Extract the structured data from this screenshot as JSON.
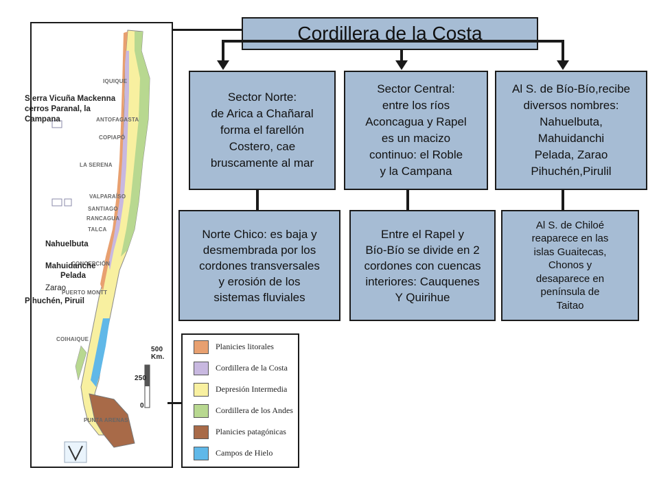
{
  "title": "Cordillera de la Costa",
  "sectors": [
    {
      "text": "Sector Norte:\nde Arica a Chañaral\nforma el farellón\nCostero, cae\n bruscamente al mar"
    },
    {
      "text": "Sector Central:\nentre  los ríos\nAconcagua y Rapel\nes un macizo\ncontinuo: el Roble\ny la Campana"
    },
    {
      "text": "Al S. de Bío-Bío,recibe\ndiversos nombres:\nNahuelbuta,\nMahuidanchi\nPelada, Zarao\nPihuchén,Pirulil"
    }
  ],
  "details": [
    {
      "text": "Norte Chico: es baja y\ndesmembrada por los\ncordones transversales\ny erosión de los\nsistemas fluviales"
    },
    {
      "text": "Entre el Rapel y\nBío-Bío se divide en 2\ncordones con cuencas\ninteriores: Cauquenes\nY Quirihue"
    },
    {
      "text": "Al S. de Chiloé\nreaparece en las\nislas Guaitecas,\nChonos y\ndesaparece en\npenínsula de\nTaitao"
    }
  ],
  "map": {
    "annotations": {
      "north": "Sierra Vicuña Mackenna\ncerros Paranal, la\nCampana",
      "nahuelbuta": "Nahuelbuta",
      "mahuidanche": "Mahuidanche",
      "pelada": "Pelada",
      "zarao": "Zarao",
      "pihuchen": "Pihuchén, Piruil"
    },
    "cities": [
      "IQUIQUE",
      "ANTOFAGASTA",
      "COPIAPÓ",
      "LA SERENA",
      "VALPARAÍSO",
      "SANTIAGO",
      "RANCAGUA",
      "TALCA",
      "CONCEPCIÓN",
      "PUERTO MONTT",
      "COIHAIQUE",
      "PUNTA ARENAS"
    ],
    "scale": {
      "zero": "0",
      "mid": "250",
      "end": "500 Km."
    }
  },
  "legend": [
    {
      "label": "Planicies litorales",
      "color": "#e8a070"
    },
    {
      "label": "Cordillera de la Costa",
      "color": "#c8b8e0"
    },
    {
      "label": "Depresión Intermedia",
      "color": "#f8f0a0"
    },
    {
      "label": "Cordillera de los Andes",
      "color": "#b8d890"
    },
    {
      "label": "Planicies patagónicas",
      "color": "#a86a48"
    },
    {
      "label": "Campos de Hielo",
      "color": "#60b8e8"
    }
  ]
}
